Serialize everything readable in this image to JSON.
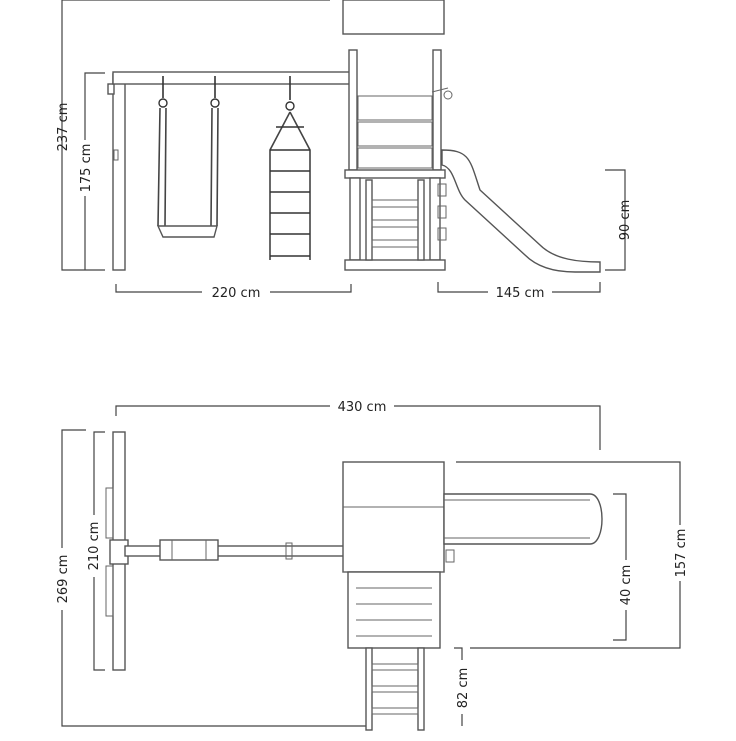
{
  "labels": {
    "height_total": "237 cm",
    "height_beam": "175 cm",
    "width_swing": "220 cm",
    "width_slide": "145 cm",
    "height_slide": "90 cm",
    "length_total": "430 cm",
    "depth_total": "269 cm",
    "depth_swing": "210 cm",
    "depth_slide": "157 cm",
    "width_slide_top": "40 cm",
    "ladder_len": "82 cm"
  }
}
